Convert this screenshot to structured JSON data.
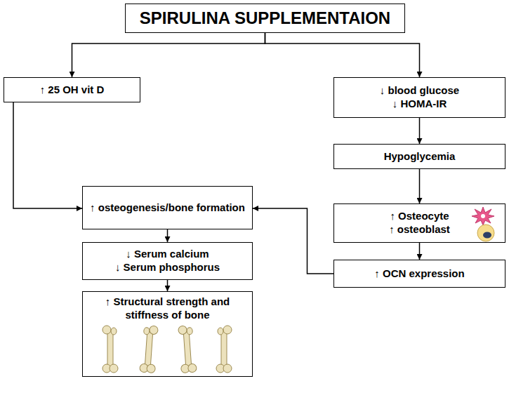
{
  "diagram": {
    "nodes": [
      {
        "text": [
          "SPIRULINA SUPPLEMENTAION"
        ]
      },
      {
        "text": [
          "↑ 25 OH vit D"
        ]
      },
      {
        "text": [
          "↓ blood glucose",
          "↓ HOMA-IR"
        ]
      },
      {
        "text": [
          "Hypoglycemia"
        ]
      },
      {
        "text": [
          "↑ osteogenesis/bone formation"
        ]
      },
      {
        "text": [
          "↑ Osteocyte",
          "↑ osteoblast"
        ]
      },
      {
        "text": [
          "↑ OCN expression"
        ]
      },
      {
        "text": [
          "↓ Serum calcium",
          "↓ Serum phosphorus"
        ]
      },
      {
        "text": [
          "↑ Structural strength and stiffness of bone"
        ]
      }
    ],
    "edges": [
      {
        "from": 0,
        "to": 1,
        "arrow": "to"
      },
      {
        "from": 0,
        "to": 2,
        "arrow": "to"
      },
      {
        "from": 1,
        "to": 4,
        "arrow": "to"
      },
      {
        "from": 2,
        "to": 3,
        "arrow": "to"
      },
      {
        "from": 3,
        "to": 5,
        "arrow": "to"
      },
      {
        "from": 5,
        "to": 6,
        "arrow": "to"
      },
      {
        "from": 6,
        "to": 4,
        "arrow": "to"
      },
      {
        "from": 4,
        "to": 7,
        "arrow": "to"
      },
      {
        "from": 7,
        "to": 8,
        "arrow": "to"
      }
    ]
  }
}
